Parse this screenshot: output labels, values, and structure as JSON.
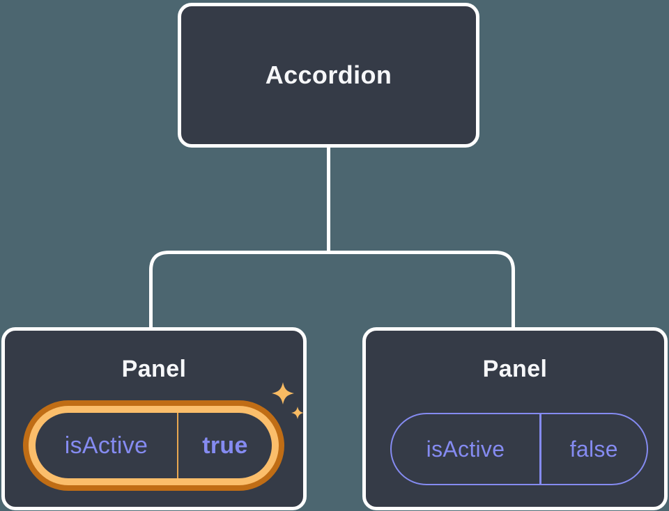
{
  "diagram": {
    "root": {
      "label": "Accordion"
    },
    "panels": [
      {
        "title": "Panel",
        "state_name": "isActive",
        "state_value": "true",
        "highlighted": true
      },
      {
        "title": "Panel",
        "state_name": "isActive",
        "state_value": "false",
        "highlighted": false
      }
    ]
  },
  "icons": {
    "sparkles": "sparkles-icon"
  },
  "colors": {
    "background": "#4C6670",
    "node_fill": "#353B47",
    "node_border": "#FFFFFF",
    "connector": "#FFFFFF",
    "title_text": "#F6F7F9",
    "state_purple": "#858BF1",
    "highlight_dark": "#C06D15",
    "highlight_light": "#FBBE6B",
    "highlight_divider": "#E9A850",
    "sparkle": "#F8BB63"
  }
}
